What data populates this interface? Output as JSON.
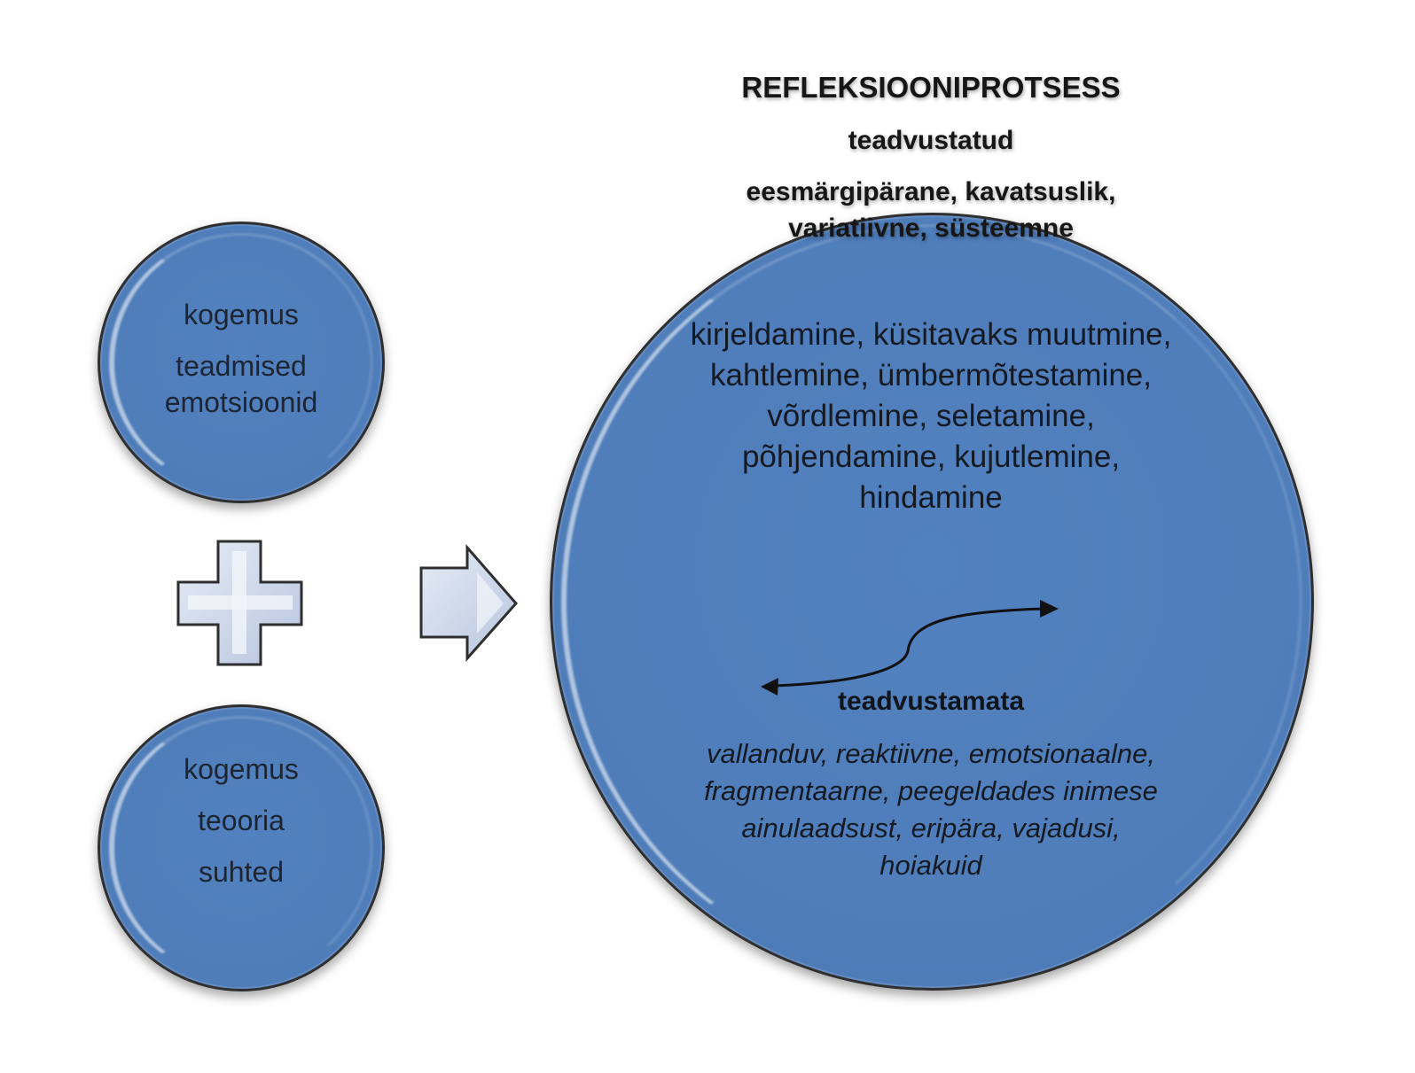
{
  "title": "REFLEKSIOONIPROTSESS",
  "conscious": {
    "label": "teadvustatud",
    "traits_line1": "eesmärgipärane, kavatsuslik,",
    "traits_line2": "variatiivne, süsteemne"
  },
  "actions": [
    "kirjeldamine, küsitavaks muutmine,",
    "kahtlemine, ümbermõtestamine,",
    "võrdlemine, seletamine,",
    "põhjendamine, kujutlemine,",
    "hindamine"
  ],
  "unconscious": {
    "label": "teadvustamata",
    "traits": [
      "vallanduv, reaktiivne, emotsionaalne,",
      "fragmentaarne, peegeldades inimese",
      "ainulaadsust, eripära, vajadusi,",
      "hoiakuid"
    ]
  },
  "circle_top": [
    "kogemus",
    "teadmised",
    "emotsioonid"
  ],
  "circle_bottom": [
    "kogemus",
    "teooria",
    "suhted"
  ],
  "colors": {
    "circle_fill": "#4f7dba",
    "shape_fill": "#c8d3e8",
    "outline": "#2f2f2f"
  },
  "icons": {
    "plus": "plus-icon",
    "arrow": "right-arrow-icon",
    "link": "double-arrow-curve-icon"
  }
}
